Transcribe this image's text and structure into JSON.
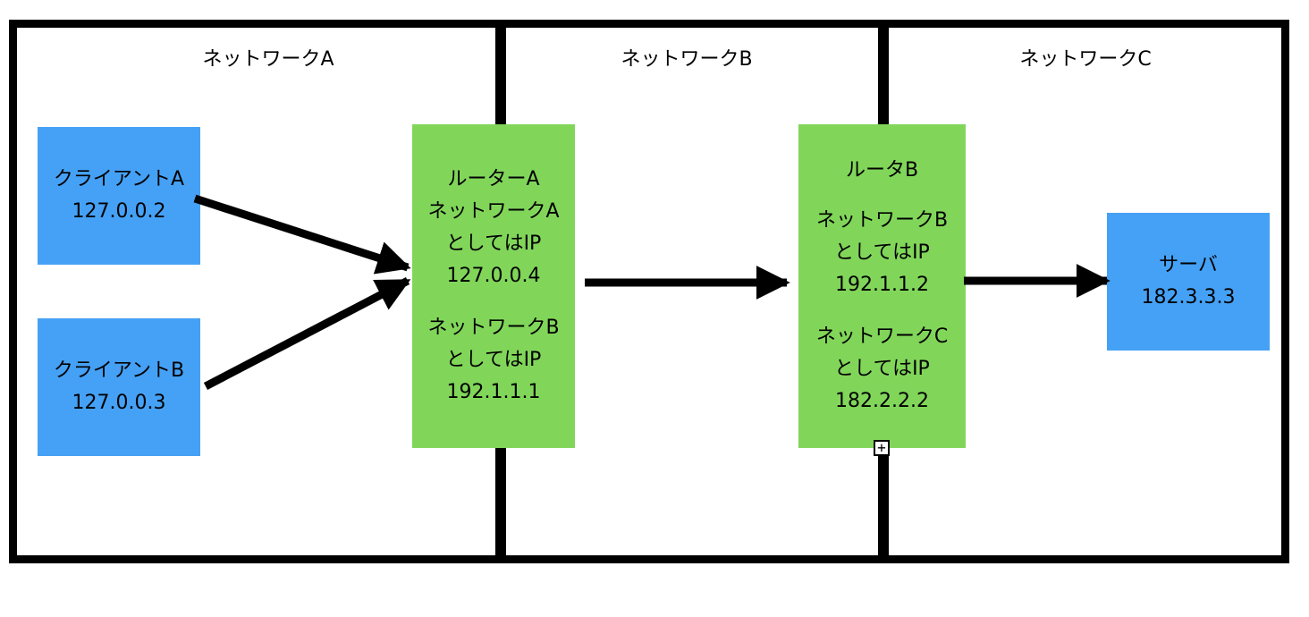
{
  "networks": [
    {
      "label": "ネットワークA"
    },
    {
      "label": "ネットワークB"
    },
    {
      "label": "ネットワークC"
    }
  ],
  "client_a": {
    "name": "クライアントA",
    "ip": "127.0.0.2"
  },
  "client_b": {
    "name": "クライアントB",
    "ip": "127.0.0.3"
  },
  "router_a": {
    "title": "ルーターA",
    "net1_label": "ネットワークA",
    "net1_as": "としてはIP",
    "net1_ip": "127.0.0.4",
    "net2_label": "ネットワークB",
    "net2_as": "としてはIP",
    "net2_ip": "192.1.1.1"
  },
  "router_b": {
    "title": "ルータB",
    "net1_label": "ネットワークB",
    "net1_as": "としてはIP",
    "net1_ip": "192.1.1.2",
    "net2_label": "ネットワークC",
    "net2_as": "としてはIP",
    "net2_ip": "182.2.2.2"
  },
  "server": {
    "name": "サーバ",
    "ip": "182.3.3.3"
  },
  "colors": {
    "client_fill": "#45a1f5",
    "router_fill": "#81d65a",
    "line": "#000000"
  },
  "handle_icon": "plus-square-icon"
}
